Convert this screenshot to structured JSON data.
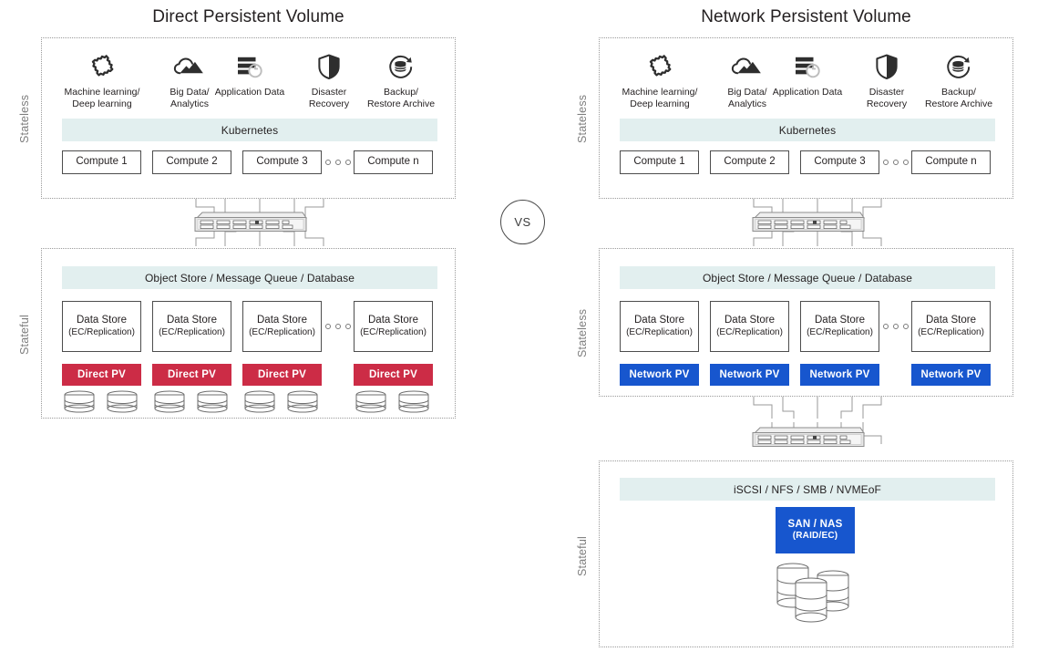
{
  "page": {
    "background": "#ffffff",
    "accent_red": "#cc2c46",
    "accent_blue": "#1756ce",
    "band_color": "#e2efef",
    "vs_label": "VS"
  },
  "panels": [
    {
      "id": "direct",
      "title": "Direct Persistent Volume",
      "side_labels": [
        "Stateless",
        "Stateful"
      ],
      "stateless": {
        "icons": [
          {
            "name": "machine-learning-icon",
            "caption": "Machine learning/\nDeep learning"
          },
          {
            "name": "big-data-cloud-icon",
            "caption": "Big Data/\nAnalytics"
          },
          {
            "name": "application-data-icon",
            "caption": "Application Data"
          },
          {
            "name": "disaster-recovery-shield-icon",
            "caption": "Disaster\nRecovery"
          },
          {
            "name": "backup-restore-icon",
            "caption": "Backup/\nRestore Archive"
          }
        ],
        "band": "Kubernetes",
        "compute": [
          "Compute 1",
          "Compute 2",
          "Compute 3",
          "Compute n"
        ],
        "ellipsis": "○ ○ ○"
      },
      "stateful": {
        "band": "Object Store / Message Queue / Database",
        "datastore_title": "Data Store",
        "datastore_sub": "(EC/Replication)",
        "datastore_count": 4,
        "pv_label": "Direct PV",
        "pv_count": 4,
        "pv_color": "#cc2c46",
        "disks_per_group": 2
      }
    },
    {
      "id": "network",
      "title": "Network Persistent Volume",
      "side_labels": [
        "Stateless",
        "Stateless",
        "Stateful"
      ],
      "stateless": {
        "icons": [
          {
            "name": "machine-learning-icon",
            "caption": "Machine learning/\nDeep learning"
          },
          {
            "name": "big-data-cloud-icon",
            "caption": "Big Data/\nAnalytics"
          },
          {
            "name": "application-data-icon",
            "caption": "Application Data"
          },
          {
            "name": "disaster-recovery-shield-icon",
            "caption": "Disaster\nRecovery"
          },
          {
            "name": "backup-restore-icon",
            "caption": "Backup/\nRestore Archive"
          }
        ],
        "band": "Kubernetes",
        "compute": [
          "Compute 1",
          "Compute 2",
          "Compute 3",
          "Compute n"
        ],
        "ellipsis": "○ ○ ○"
      },
      "middle": {
        "band": "Object Store / Message Queue / Database",
        "datastore_title": "Data Store",
        "datastore_sub": "(EC/Replication)",
        "datastore_count": 4,
        "pv_label": "Network PV",
        "pv_count": 4,
        "pv_color": "#1756ce"
      },
      "storage": {
        "band": "iSCSI / NFS / SMB / NVMEoF",
        "box_label": "SAN / NAS",
        "box_sub": "(RAID/EC)",
        "box_color": "#1756ce"
      }
    }
  ]
}
